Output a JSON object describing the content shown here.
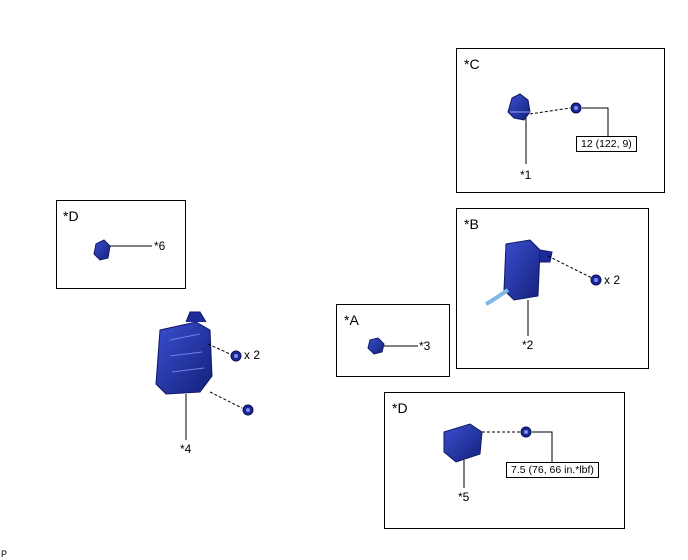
{
  "boxes": {
    "c": {
      "label": "*C"
    },
    "d_top": {
      "label": "*D"
    },
    "b": {
      "label": "*B"
    },
    "a": {
      "label": "*A"
    },
    "d_bottom": {
      "label": "*D"
    }
  },
  "callouts": {
    "p1": "*1",
    "p2": "*2",
    "p3": "*3",
    "p4": "*4",
    "p5": "*5",
    "p6": "*6"
  },
  "torque_specs": {
    "c": "12 (122, 9)",
    "d_bottom": "7.5 (76, 66 in.*lbf)"
  },
  "quantities": {
    "b_bolt": "x 2",
    "p4_bolt": "x 2"
  },
  "corner_mark": "P",
  "colors": {
    "part": "#2233aa",
    "part_dark": "#101a66",
    "cable": "#7fb8e6"
  }
}
